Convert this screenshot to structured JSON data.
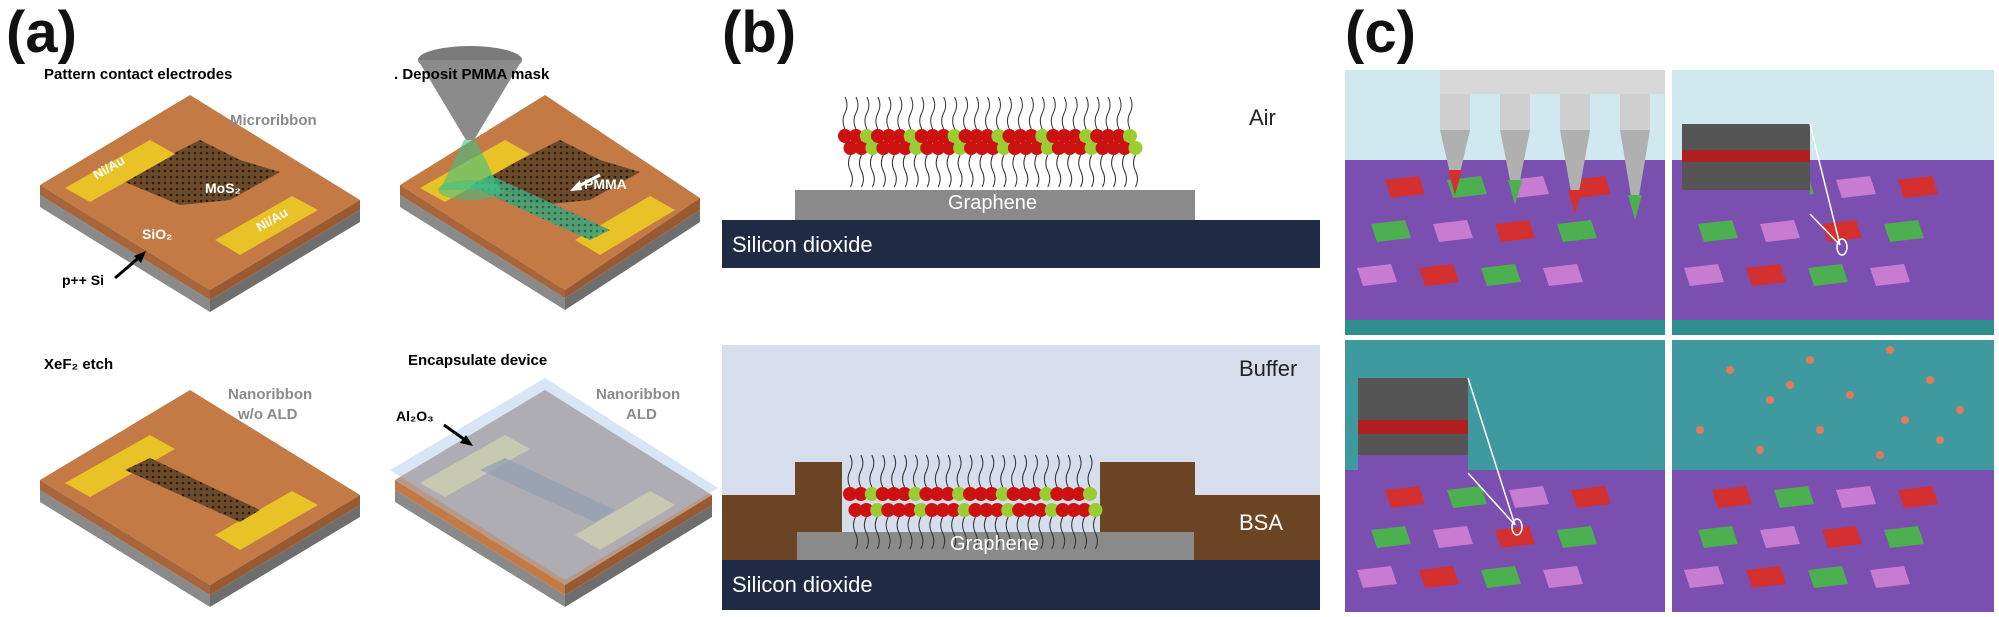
{
  "panels": {
    "a": {
      "label": "(a)",
      "steps": [
        {
          "title": "Pattern contact electrodes",
          "tag": "Microribbon"
        },
        {
          "title": ". Deposit PMMA mask",
          "tag": ""
        },
        {
          "title": "XeF₂ etch",
          "tag": "Nanoribbon w/o ALD"
        },
        {
          "title": "Encapsulate device",
          "tag": "Nanoribbon ALD"
        }
      ],
      "annotations": {
        "electrode_left": "Ni/Au",
        "electrode_right": "Ni/Au",
        "mos2": "MoS₂",
        "sio2": "SiO₂",
        "substrate": "p++ Si",
        "pmma": "PMMA",
        "al2o3": "Al₂O₃",
        "tag_nanoribbon_1": "Nanoribbon",
        "tag_nanoribbon_1b": "w/o ALD",
        "tag_nanoribbon_2": "Nanoribbon",
        "tag_nanoribbon_2b": "ALD"
      }
    },
    "b": {
      "label": "(b)",
      "top": {
        "medium": "Air",
        "layer": "Graphene",
        "substrate": "Silicon dioxide"
      },
      "bottom": {
        "medium": "Buffer",
        "blocker": "BSA",
        "layer": "Graphene",
        "substrate": "Silicon dioxide"
      }
    },
    "c": {
      "label": "(c)"
    }
  },
  "colors": {
    "gold": "#e8c227",
    "copper": "#c37a45",
    "grey_substrate": "#8e8e8e",
    "navy": "#1f2a44",
    "graphene": "#8a8a8a",
    "bsa": "#6b4424",
    "buffer": "#d6deee",
    "lipid_head": "#cc1111",
    "lipid_doped": "#9acd32",
    "purple_surface": "#7a4fb0",
    "teal_bg": "#5aa7ad",
    "green_spot": "#4caf50",
    "red_spot": "#d43030",
    "pink_spot": "#c77bd1"
  }
}
